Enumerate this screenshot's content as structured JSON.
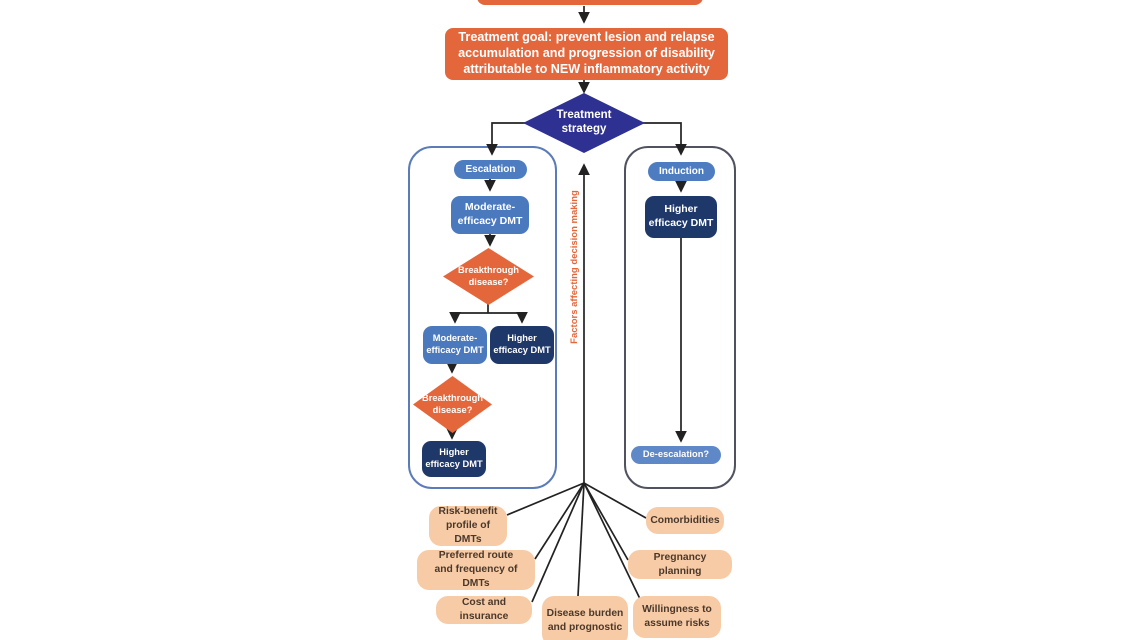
{
  "figure": {
    "type": "treatment-decision-flowchart",
    "goal_box": {
      "text": "Treatment goal: prevent lesion and relapse accumulation and progression of disability attributable to NEW inflammatory activity"
    },
    "strategy_diamond": {
      "label": "Treatment\nstrategy"
    }
  },
  "escalation_branch": {
    "header": "Escalation",
    "first_dmt": "Moderate-\nefficacy DMT",
    "decision_1": "Breakthrough\ndisease?",
    "stay_option": "Moderate-\nefficacy DMT",
    "switch_option": "Higher\nefficacy DMT",
    "decision_2": "Breakthrough\ndisease?",
    "final_dmt": "Higher\nefficacy DMT"
  },
  "induction_branch": {
    "header": "Induction",
    "first_dmt": "Higher\nefficacy DMT",
    "deescalation": "De-escalation?"
  },
  "factors": {
    "axis_label": "Factors affecting decision making",
    "items": [
      {
        "label": "Risk-benefit\nprofile of DMTs"
      },
      {
        "label": "Preferred route\nand frequency of DMTs"
      },
      {
        "label": "Cost and insurance"
      },
      {
        "label": "Disease burden\nand prognostic"
      },
      {
        "label": "Willingness to\nassume risks"
      },
      {
        "label": "Pregnancy planning"
      },
      {
        "label": "Comorbidities"
      }
    ]
  },
  "palette": {
    "orange": "#e4673c",
    "peach": "#f7cba6",
    "strategy_diamond_blue": "#2e3192",
    "medium_blue": "#4b79be",
    "navy": "#1e3869",
    "light_blue_pill": "#5f88c8",
    "peach_text": "#4a382b",
    "left_frame_border": "#5b7cb8",
    "right_frame_border": "#50525f",
    "connector_line": "#222222"
  }
}
